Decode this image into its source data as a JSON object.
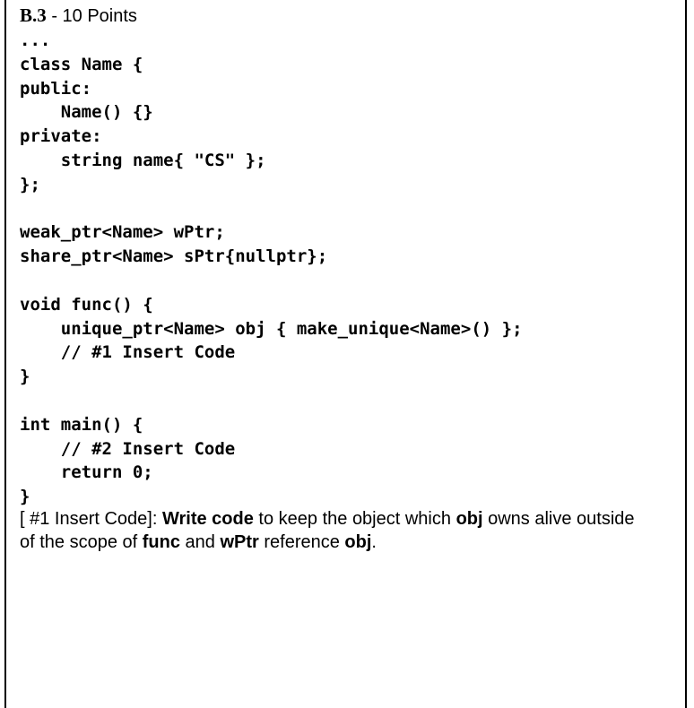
{
  "heading": {
    "question": "B.3",
    "points": " - 10 Points"
  },
  "code_lines": [
    "...",
    "class Name {",
    "public:",
    "    Name() {}",
    "private:",
    "    string name{ \"CS\" };",
    "};",
    "",
    "weak_ptr<Name> wPtr;",
    "share_ptr<Name> sPtr{nullptr};",
    "",
    "void func() {",
    "    unique_ptr<Name> obj { make_unique<Name>() };",
    "    // #1 Insert Code",
    "}",
    "",
    "int main() {",
    "    // #2 Insert Code",
    "    return 0;",
    "}"
  ],
  "description": {
    "p1": "[ #1 Insert Code]: ",
    "b1": "Write code",
    "p2": " to keep the object which ",
    "b2": "obj",
    "p3": " owns alive outside of the scope of ",
    "b3": "func",
    "p4": " and ",
    "b4": "wPtr",
    "p5": " reference ",
    "b5": "obj",
    "p6": "."
  }
}
